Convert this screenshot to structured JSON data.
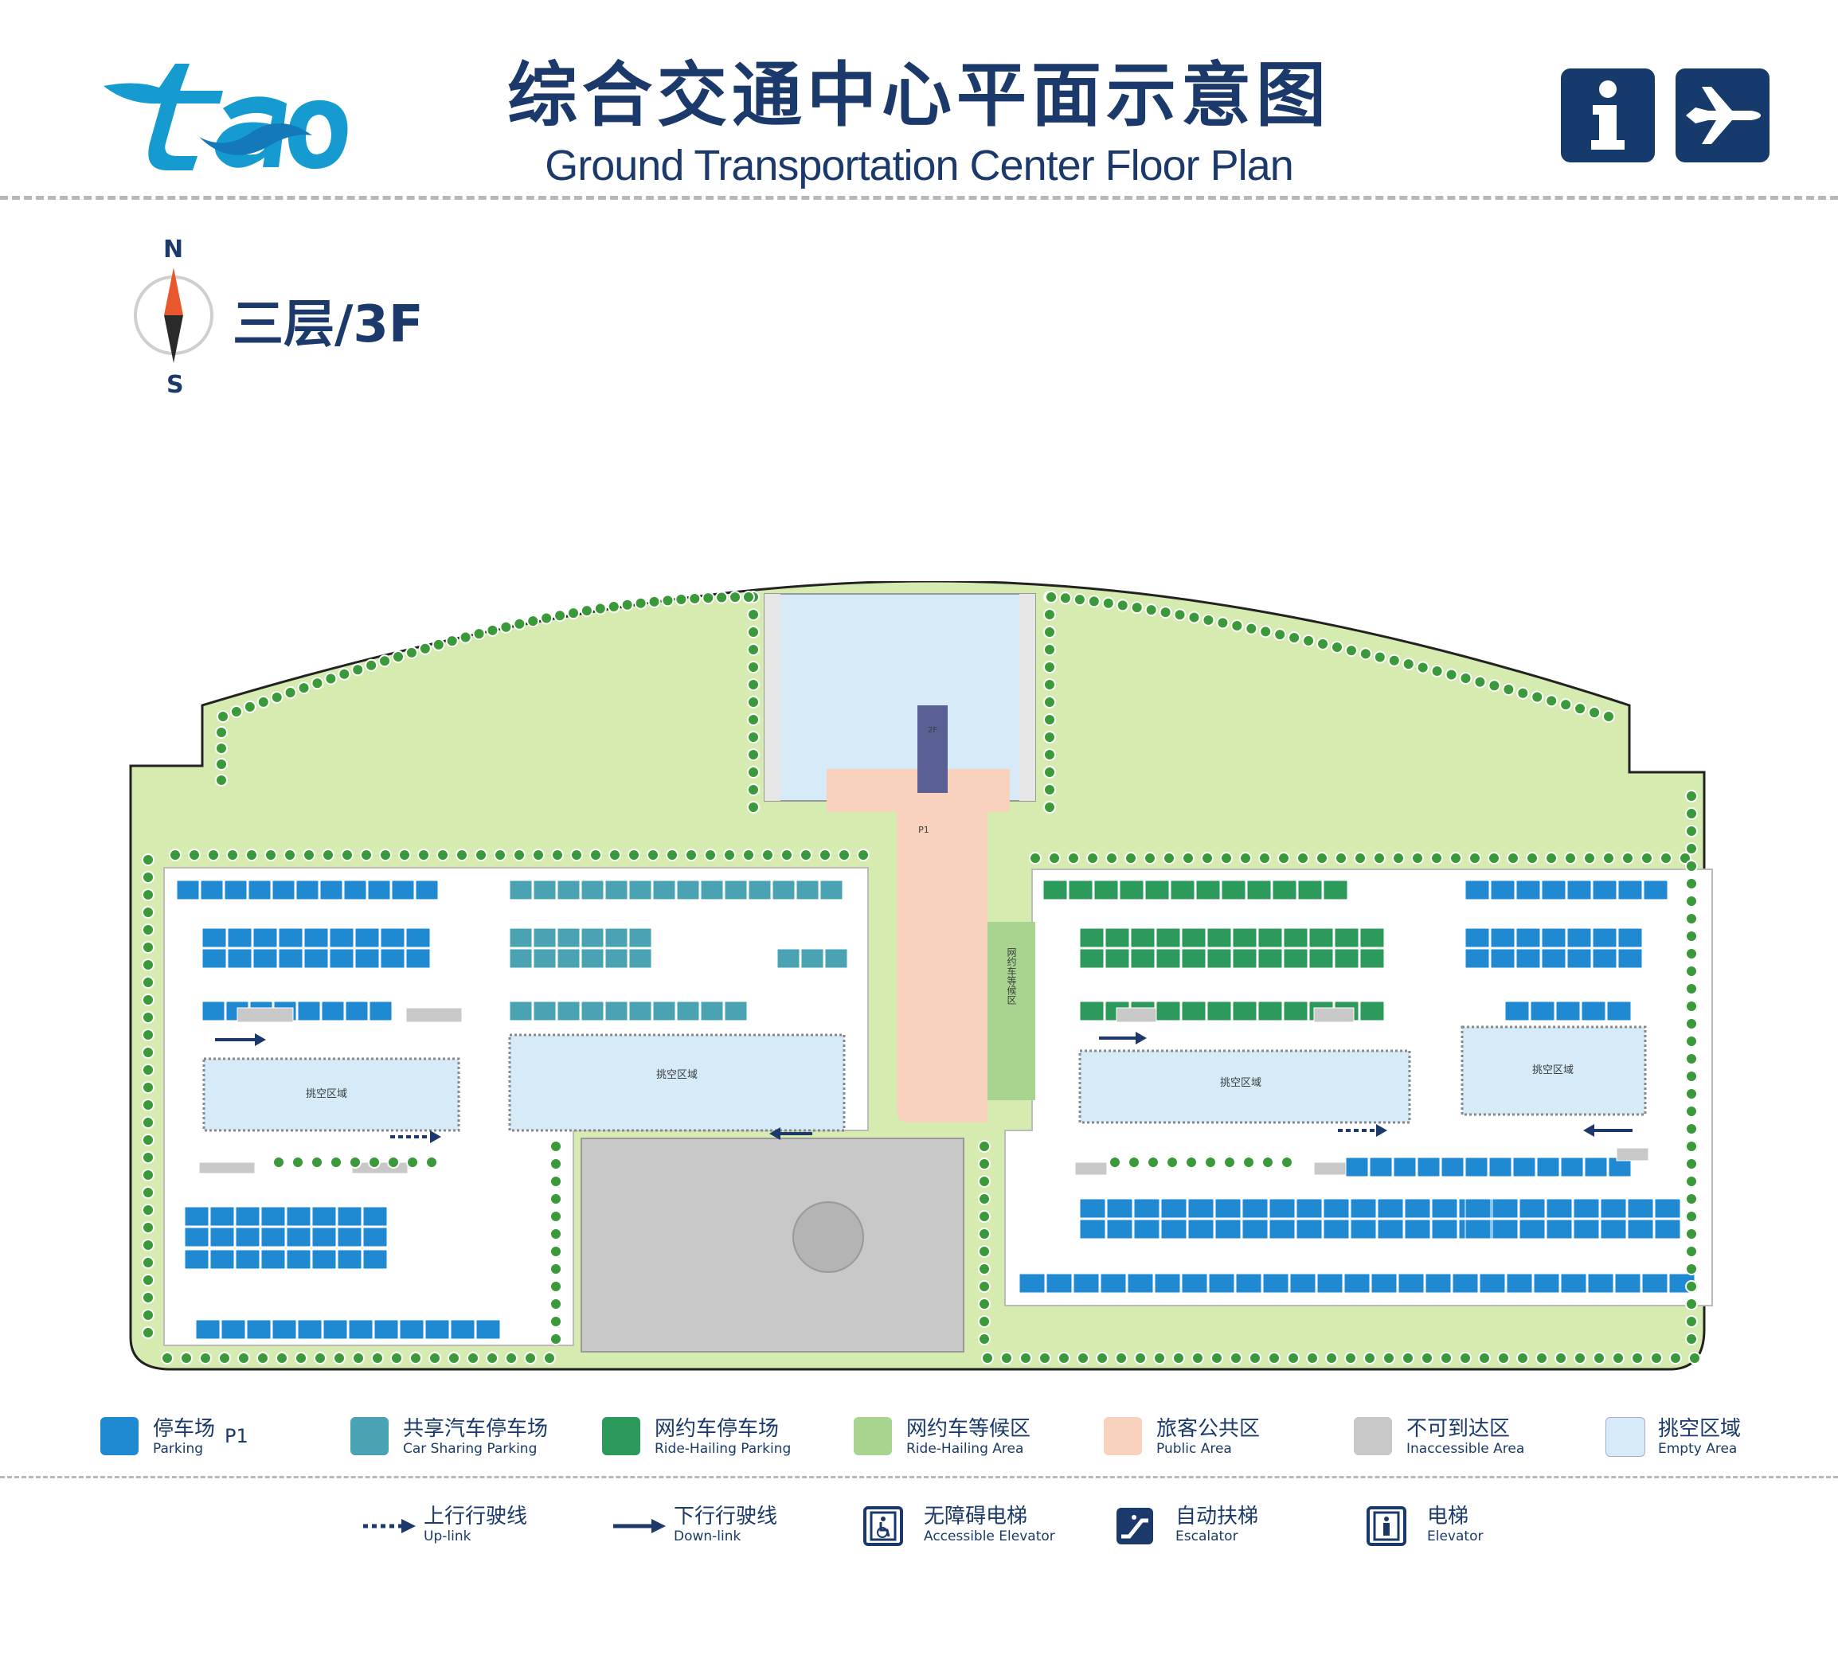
{
  "header": {
    "logo_text": "tao",
    "title_cn": "综合交通中心平面示意图",
    "title_en": "Ground Transportation Center Floor Plan",
    "icons": [
      "info-icon",
      "airplane-icon"
    ],
    "brand_color": "#1b3a6b"
  },
  "compass": {
    "north": "N",
    "south": "S"
  },
  "floor": {
    "label": "三层/3F"
  },
  "map": {
    "areas": {
      "empty_area": "挑空区域",
      "ride_hailing_waiting": "网约车等候区",
      "elevator_level": "2F",
      "parking_level": "P1"
    },
    "colors": {
      "parking": "#1f8ad1",
      "car_sharing": "#4aa3b3",
      "ride_hailing_parking": "#2c9a5b",
      "ride_hailing_area": "#a7d58f",
      "public_area": "#f8d2bd",
      "inaccessible": "#c8c8c8",
      "empty_area": "#d6ebf7",
      "green": "#d6ebb0",
      "tree": "#3a9a3a"
    }
  },
  "legend": {
    "items": [
      {
        "cn": "停车场",
        "en": "Parking",
        "extra": "P1",
        "color": "#1f8ad1"
      },
      {
        "cn": "共享汽车停车场",
        "en": "Car Sharing Parking",
        "color": "#4aa3b3"
      },
      {
        "cn": "网约车停车场",
        "en": "Ride-Hailing Parking",
        "color": "#2c9a5b"
      },
      {
        "cn": "网约车等候区",
        "en": "Ride-Hailing Area",
        "color": "#a7d58f"
      },
      {
        "cn": "旅客公共区",
        "en": "Public Area",
        "color": "#f8d2bd"
      },
      {
        "cn": "不可到达区",
        "en": "Inaccessible Area",
        "color": "#c8c8c8"
      },
      {
        "cn": "挑空区域",
        "en": "Empty Area",
        "color": "#d6ebf7"
      }
    ],
    "lines": [
      {
        "cn": "上行行驶线",
        "en": "Up-link",
        "icon": "dotted-arrow-icon"
      },
      {
        "cn": "下行行驶线",
        "en": "Down-link",
        "icon": "solid-arrow-icon"
      },
      {
        "cn": "无障碍电梯",
        "en": "Accessible Elevator",
        "icon": "accessible-elevator-icon"
      },
      {
        "cn": "自动扶梯",
        "en": "Escalator",
        "icon": "escalator-icon"
      },
      {
        "cn": "电梯",
        "en": "Elevator",
        "icon": "elevator-icon"
      }
    ]
  }
}
